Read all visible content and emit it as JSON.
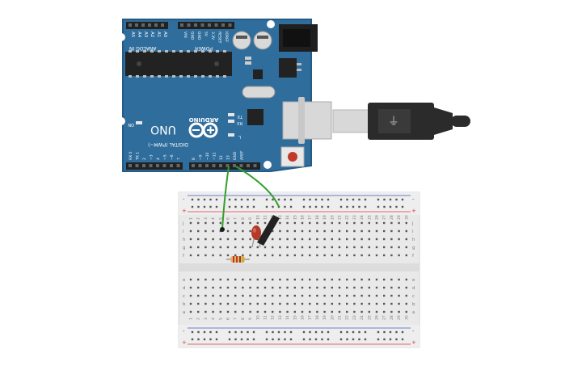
{
  "board": {
    "label_analog_in": "ANALOG IN",
    "label_power": "POWER",
    "label_brand": "ARDUINO",
    "label_model": "UNO",
    "label_digital": "DIGITAL (PWM~)",
    "label_on": "ON",
    "label_tx": "TX",
    "label_rx": "RX",
    "label_l": "L",
    "analog_pins": [
      "A5",
      "A4",
      "A3",
      "A2",
      "A1",
      "A0"
    ],
    "power_pins": [
      "VIN",
      "GND",
      "GND",
      "5V",
      "3.3V",
      "RESET",
      "IOREF"
    ],
    "digital_pins": [
      "RX 0",
      "TX 1",
      "2",
      "~3",
      "4",
      "~5",
      "~6",
      "7",
      "8",
      "~9",
      "~10",
      "~11",
      "12",
      "13",
      "GND",
      "AREF"
    ]
  },
  "breadboard": {
    "rows_top": [
      "j",
      "i",
      "h",
      "g",
      "f"
    ],
    "rows_bottom": [
      "e",
      "d",
      "c",
      "b",
      "a"
    ],
    "columns": [
      "1",
      "2",
      "3",
      "4",
      "5",
      "6",
      "7",
      "8",
      "9",
      "10",
      "11",
      "12",
      "13",
      "14",
      "15",
      "16",
      "17",
      "18",
      "19",
      "20",
      "21",
      "22",
      "23",
      "24",
      "25",
      "26",
      "27",
      "28",
      "29",
      "30"
    ],
    "rail_minus": "-",
    "rail_plus": "+"
  },
  "colors": {
    "board": "#2f6d9c",
    "board_edge": "#235b85",
    "wire": "#33a02c",
    "led": "#b33a2a",
    "breadboard": "#e9e9e9",
    "rail_red": "#d93b3b",
    "rail_blue": "#3b5bbf",
    "usb": "#2b2b2b"
  }
}
